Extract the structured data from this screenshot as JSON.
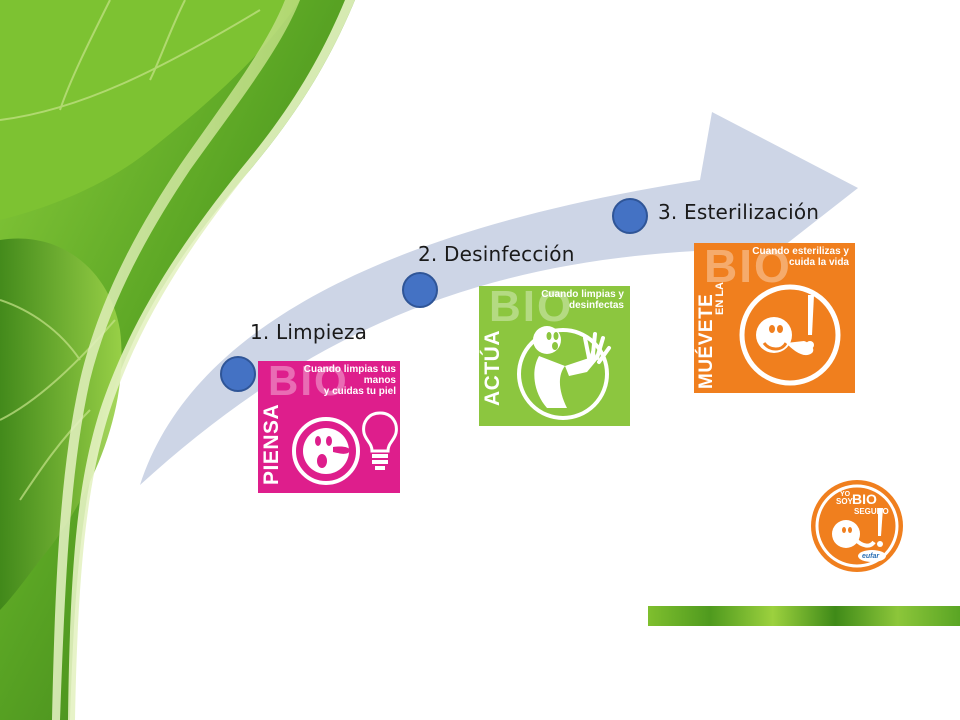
{
  "steps": [
    {
      "label": "1. Limpieza"
    },
    {
      "label": "2. Desinfección"
    },
    {
      "label": "3. Esterilización"
    }
  ],
  "cards": [
    {
      "big_word": "BIO",
      "vertical_word": "PIENSA",
      "caption_line1": "Cuando limpias tus manos",
      "caption_line2": "y cuidas tu piel",
      "color": "#de1e8c"
    },
    {
      "big_word": "BIO",
      "vertical_word": "ACTÚA",
      "caption_line1": "Cuando limpias y",
      "caption_line2": "desinfectas",
      "color": "#8cc63f"
    },
    {
      "big_word": "BIO",
      "vertical_word": "MUÉVETE",
      "vertical_small": "EN LA",
      "caption_line1": "Cuando esterilizas y",
      "caption_line2": "cuida la vida",
      "color": "#f07f1e"
    }
  ],
  "badge": {
    "small_text": "YO",
    "top_text": "SOY",
    "big_word": "BIO",
    "bottom_text": "SEGURO",
    "logo_text": "eufar",
    "color": "#f07f1e"
  },
  "colors": {
    "arrow": "#cdd5e6",
    "dot": "#4472c4",
    "leaf_green": "#5aa524"
  }
}
